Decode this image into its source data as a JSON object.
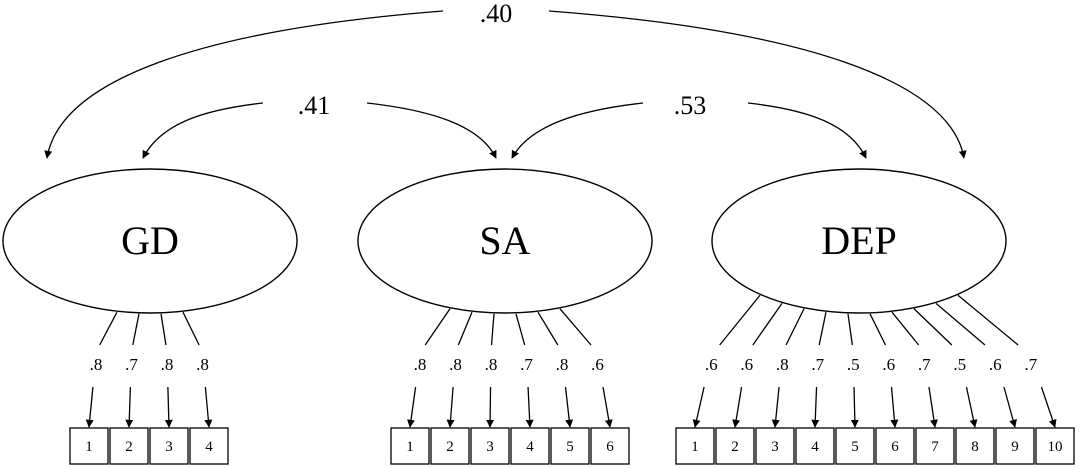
{
  "factors": [
    {
      "name": "GD",
      "indicators": [
        "1",
        "2",
        "3",
        "4"
      ],
      "loadings": [
        ".8",
        ".7",
        ".8",
        ".8"
      ]
    },
    {
      "name": "SA",
      "indicators": [
        "1",
        "2",
        "3",
        "4",
        "5",
        "6"
      ],
      "loadings": [
        ".8",
        ".8",
        ".8",
        ".7",
        ".8",
        ".6"
      ]
    },
    {
      "name": "DEP",
      "indicators": [
        "1",
        "2",
        "3",
        "4",
        "5",
        "6",
        "7",
        "8",
        "9",
        "10"
      ],
      "loadings": [
        ".6",
        ".6",
        ".8",
        ".7",
        ".5",
        ".6",
        ".7",
        ".5",
        ".6",
        ".7"
      ]
    }
  ],
  "correlations": [
    {
      "between": [
        "GD",
        "DEP"
      ],
      "value": ".40"
    },
    {
      "between": [
        "GD",
        "SA"
      ],
      "value": ".41"
    },
    {
      "between": [
        "SA",
        "DEP"
      ],
      "value": ".53"
    }
  ]
}
